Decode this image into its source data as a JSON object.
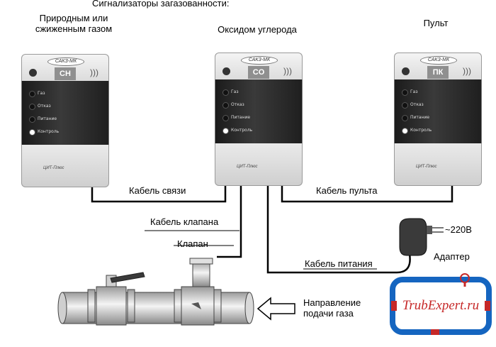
{
  "header": {
    "title": "Сигнализаторы загазованности:"
  },
  "devices": [
    {
      "caption": "Природным или\nсжиженным газом",
      "code": "CH",
      "logo": "САКЗ-МК"
    },
    {
      "caption": "Оксидом углерода",
      "code": "CO",
      "logo": "САКЗ-МК"
    },
    {
      "caption": "Пульт",
      "code": "ПК",
      "logo": "САКЗ-МК"
    }
  ],
  "indicators": [
    "Газ",
    "Отказ",
    "Питание",
    "Контроль"
  ],
  "brand_small": "ЦИТ-Плюс",
  "labels": {
    "comm_cable": "Кабель связи",
    "console_cable": "Кабель пульта",
    "valve_cable": "Кабель клапана",
    "valve": "Клапан",
    "power_cable": "Кабель питания",
    "voltage": "~220В",
    "adapter": "Адаптер",
    "gas_direction": "Направление\nподачи газа"
  },
  "watermark": {
    "text": "TrubExpert.ru",
    "frame_color": "#1565c0",
    "text_color": "#c62828"
  }
}
